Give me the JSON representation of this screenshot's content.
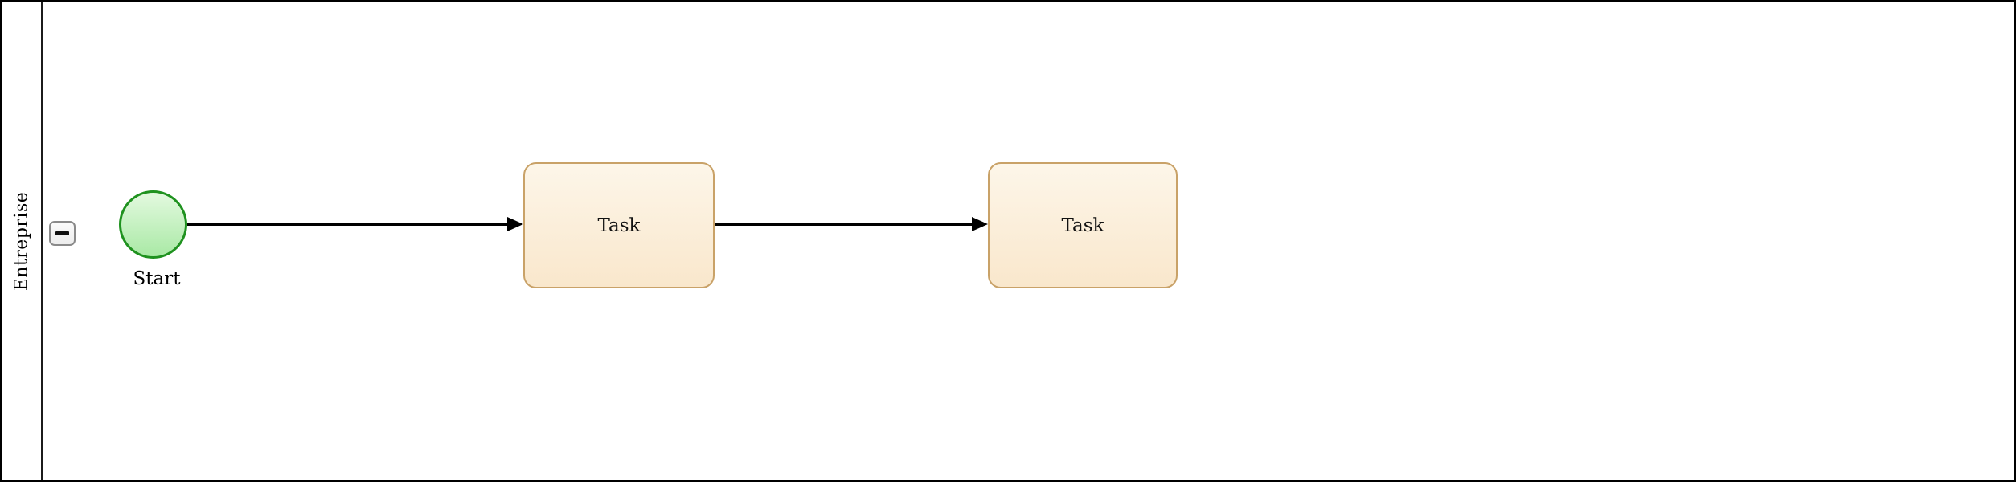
{
  "pool": {
    "lane_label": "Entreprise",
    "collapse_button_icon": "minus-icon"
  },
  "nodes": {
    "start_event": {
      "type": "start-event",
      "label": "Start"
    },
    "task1": {
      "type": "task",
      "label": "Task"
    },
    "task2": {
      "type": "task",
      "label": "Task"
    }
  },
  "connections": [
    {
      "from": "start_event",
      "to": "task1",
      "type": "sequence-flow-arrow"
    },
    {
      "from": "task1",
      "to": "task2",
      "type": "sequence-flow-arrow"
    }
  ],
  "colors": {
    "pool_border": "#000000",
    "lane_separator": "#1b1b1b",
    "event_stroke": "#1f921f",
    "event_fill_top": "#e3f9df",
    "event_fill_bottom": "#a9e9a5",
    "task_stroke": "#c9a268",
    "task_fill_top": "#fdf6e9",
    "task_fill_bottom": "#f9e7cc",
    "flow_line": "#000000",
    "button_border": "#8a8a8a"
  }
}
